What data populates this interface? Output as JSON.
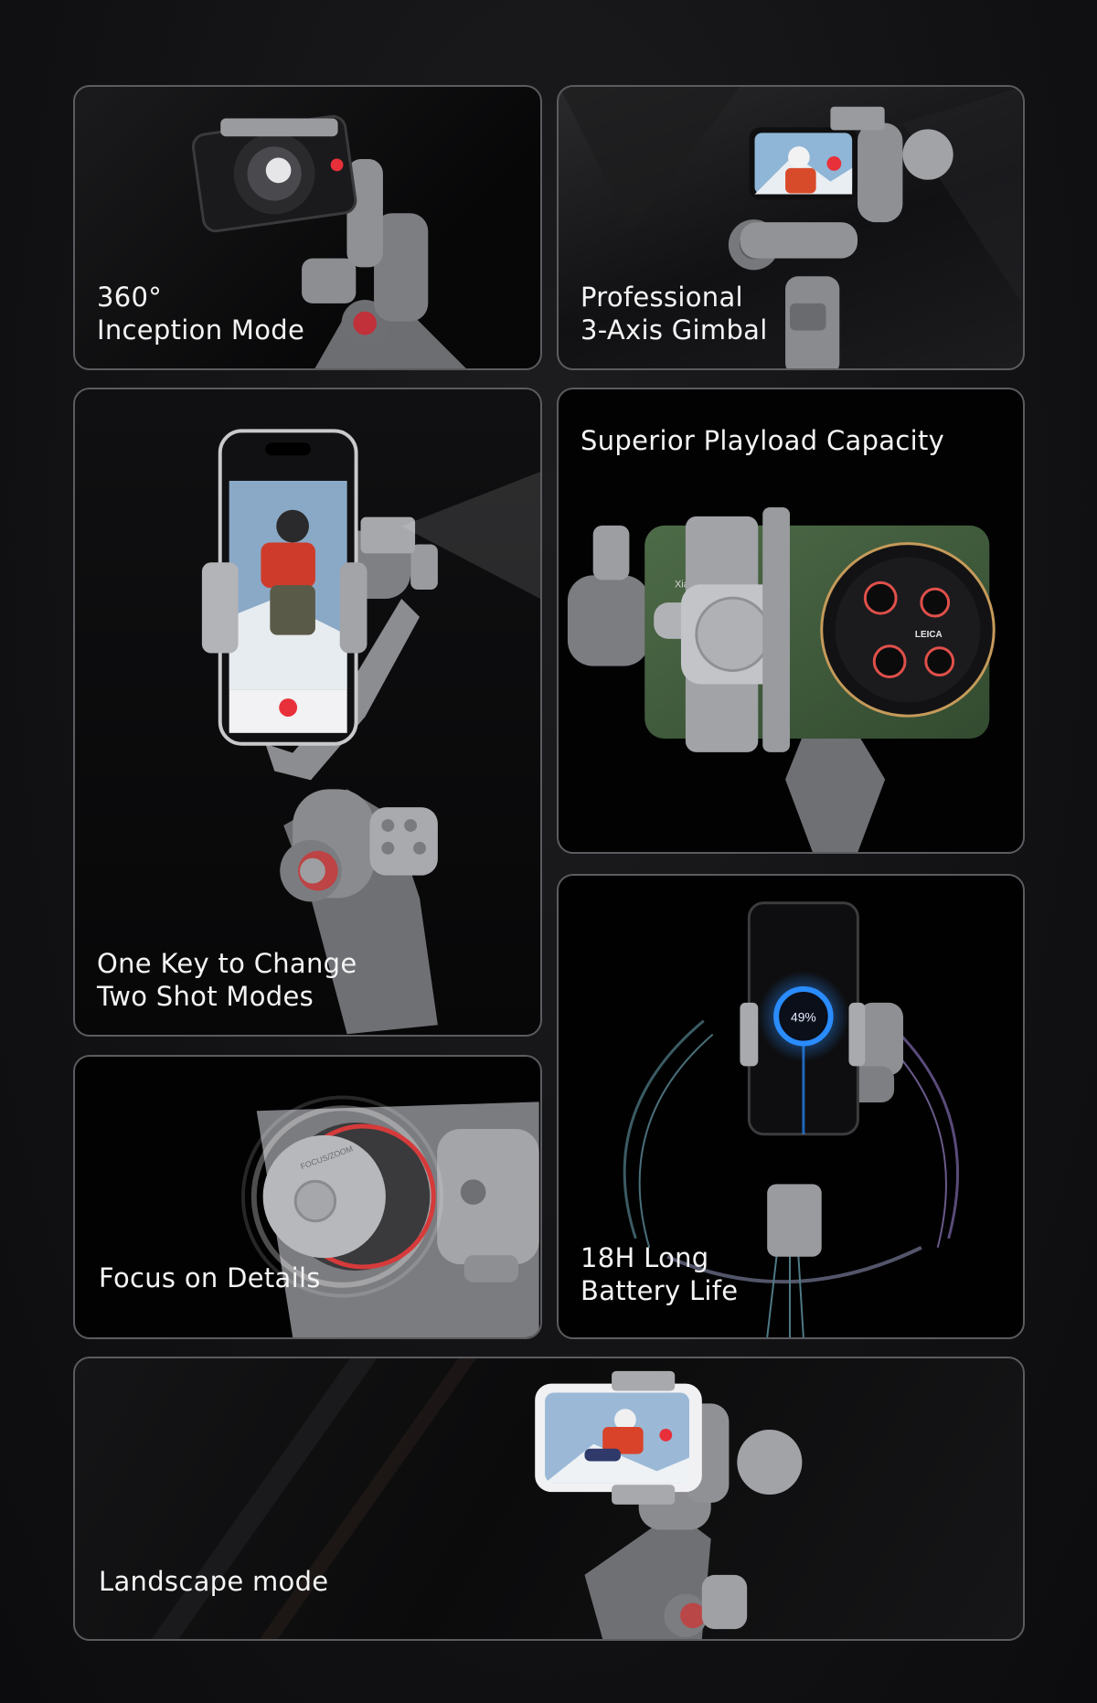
{
  "cards": [
    {
      "id": "inception",
      "lines": [
        "360°",
        "Inception Mode"
      ]
    },
    {
      "id": "gimbal",
      "lines": [
        "Professional",
        "3-Axis Gimbal"
      ]
    },
    {
      "id": "one-key",
      "lines": [
        "One Key to Change",
        "Two Shot Modes"
      ]
    },
    {
      "id": "payload",
      "lines": [
        "Superior Playload Capacity"
      ]
    },
    {
      "id": "focus",
      "lines": [
        "Focus on Details"
      ]
    },
    {
      "id": "battery",
      "lines": [
        "18H Long",
        "Battery Life"
      ],
      "battery_readout": "49%"
    },
    {
      "id": "landscape",
      "lines": [
        "Landscape mode"
      ]
    }
  ],
  "labels": {
    "phone_brand": "Xiaomi",
    "lens_brand": "LEICA",
    "dial_label": "FOCUS/ZOOM"
  },
  "colors": {
    "card_border": "#5c5c60",
    "gimbal_grey": "#8d8e92",
    "record_red": "#e8303a",
    "battery_glow": "#2a8cff",
    "phone_green": "#3e5a3a"
  }
}
